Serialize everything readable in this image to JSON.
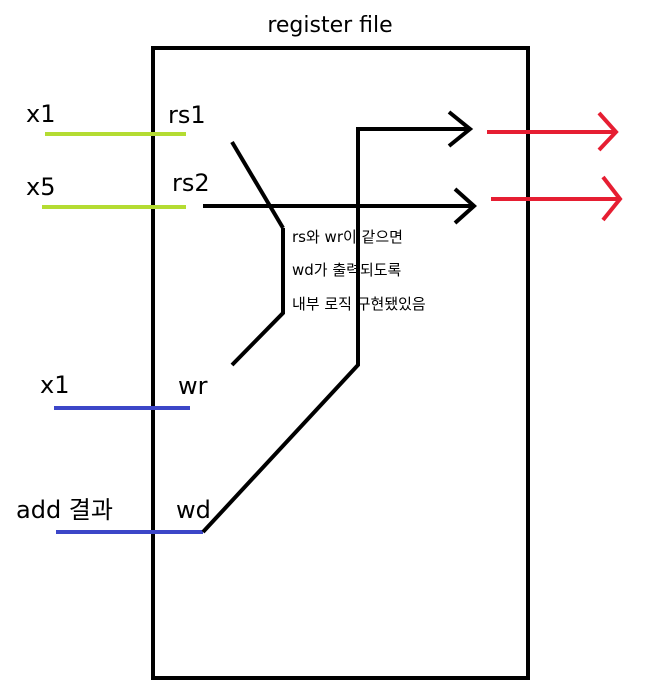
{
  "title": "register file",
  "ports": {
    "rs1": "rs1",
    "rs2": "rs2",
    "wr": "wr",
    "wd": "wd"
  },
  "inputs": {
    "rs1_in": "x1",
    "rs2_in": "x5",
    "wr_in": "x1",
    "wd_in": "add 결과"
  },
  "note": [
    "rs와 wr이 같으면",
    "wd가 출력되도록",
    "내부 로직 구현됐있음"
  ],
  "colors": {
    "box": "#000000",
    "read_input_lines": "#b4dc32",
    "write_input_lines": "#3c46c8",
    "output_arrows": "#e61e32",
    "internal_wires": "#000000"
  }
}
